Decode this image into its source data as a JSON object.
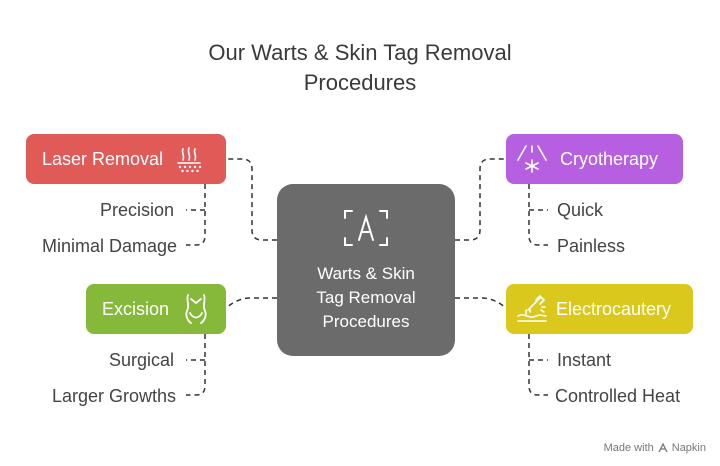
{
  "title": {
    "line1": "Our Warts & Skin Tag Removal",
    "line2": "Procedures"
  },
  "center": {
    "line1": "Warts & Skin",
    "line2": "Tag Removal",
    "line3": "Procedures",
    "icon": "focus-frame-icon"
  },
  "nodes": {
    "laser": {
      "label": "Laser Removal",
      "icon": "laser-skin-icon",
      "color": "#e05a58",
      "items": [
        "Precision",
        "Minimal Damage"
      ]
    },
    "cryo": {
      "label": "Cryotherapy",
      "icon": "freeze-icon",
      "color": "#b65fe0",
      "items": [
        "Quick",
        "Painless"
      ]
    },
    "excision": {
      "label": "Excision",
      "icon": "body-excision-icon",
      "color": "#86b93a",
      "items": [
        "Surgical",
        "Larger Growths"
      ]
    },
    "electro": {
      "label": "Electrocautery",
      "icon": "cautery-tool-icon",
      "color": "#dbc81c",
      "items": [
        "Instant",
        "Controlled Heat"
      ]
    }
  },
  "center_color": "#6b6b6b",
  "footer": {
    "text": "Made with",
    "brand": "Napkin"
  }
}
